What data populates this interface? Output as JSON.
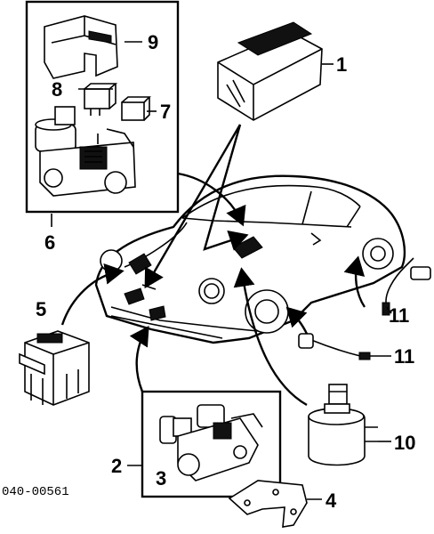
{
  "figure_code": "040-00561",
  "callouts": {
    "c1": "1",
    "c2": "2",
    "c3": "3",
    "c4": "4",
    "c5": "5",
    "c6": "6",
    "c7": "7",
    "c8": "8",
    "c9": "9",
    "c10": "10",
    "c11a": "11",
    "c11b": "11"
  }
}
